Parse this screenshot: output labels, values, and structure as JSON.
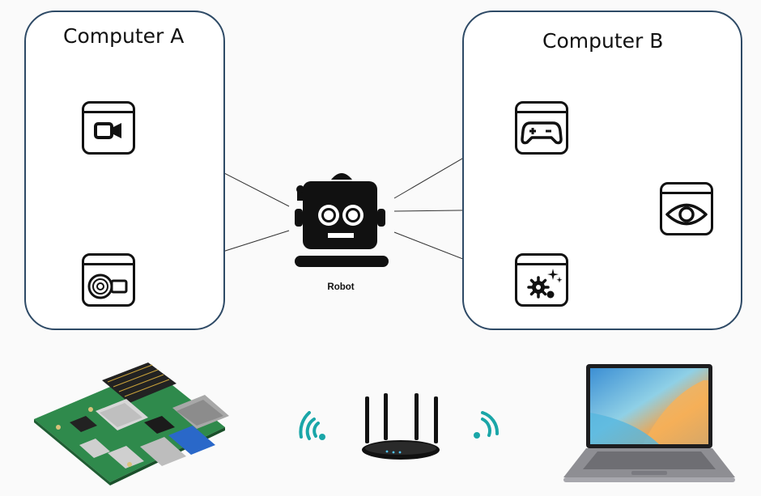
{
  "computer_a": {
    "title": "Computer A",
    "icons": [
      "video-camera-icon",
      "motor-icon"
    ]
  },
  "computer_b": {
    "title": "Computer B",
    "icons": [
      "gamepad-icon",
      "eye-icon",
      "gear-sparkle-icon"
    ]
  },
  "robot": {
    "label": "Robot",
    "icon": "robot-icon"
  },
  "hardware": [
    "raspberry-pi-board",
    "wifi-signal-left-icon",
    "wifi-router",
    "wifi-signal-right-icon",
    "laptop"
  ],
  "colors": {
    "panel_border": "#2e4a66",
    "wifi": "#1aa6a8",
    "icon": "#111111"
  }
}
